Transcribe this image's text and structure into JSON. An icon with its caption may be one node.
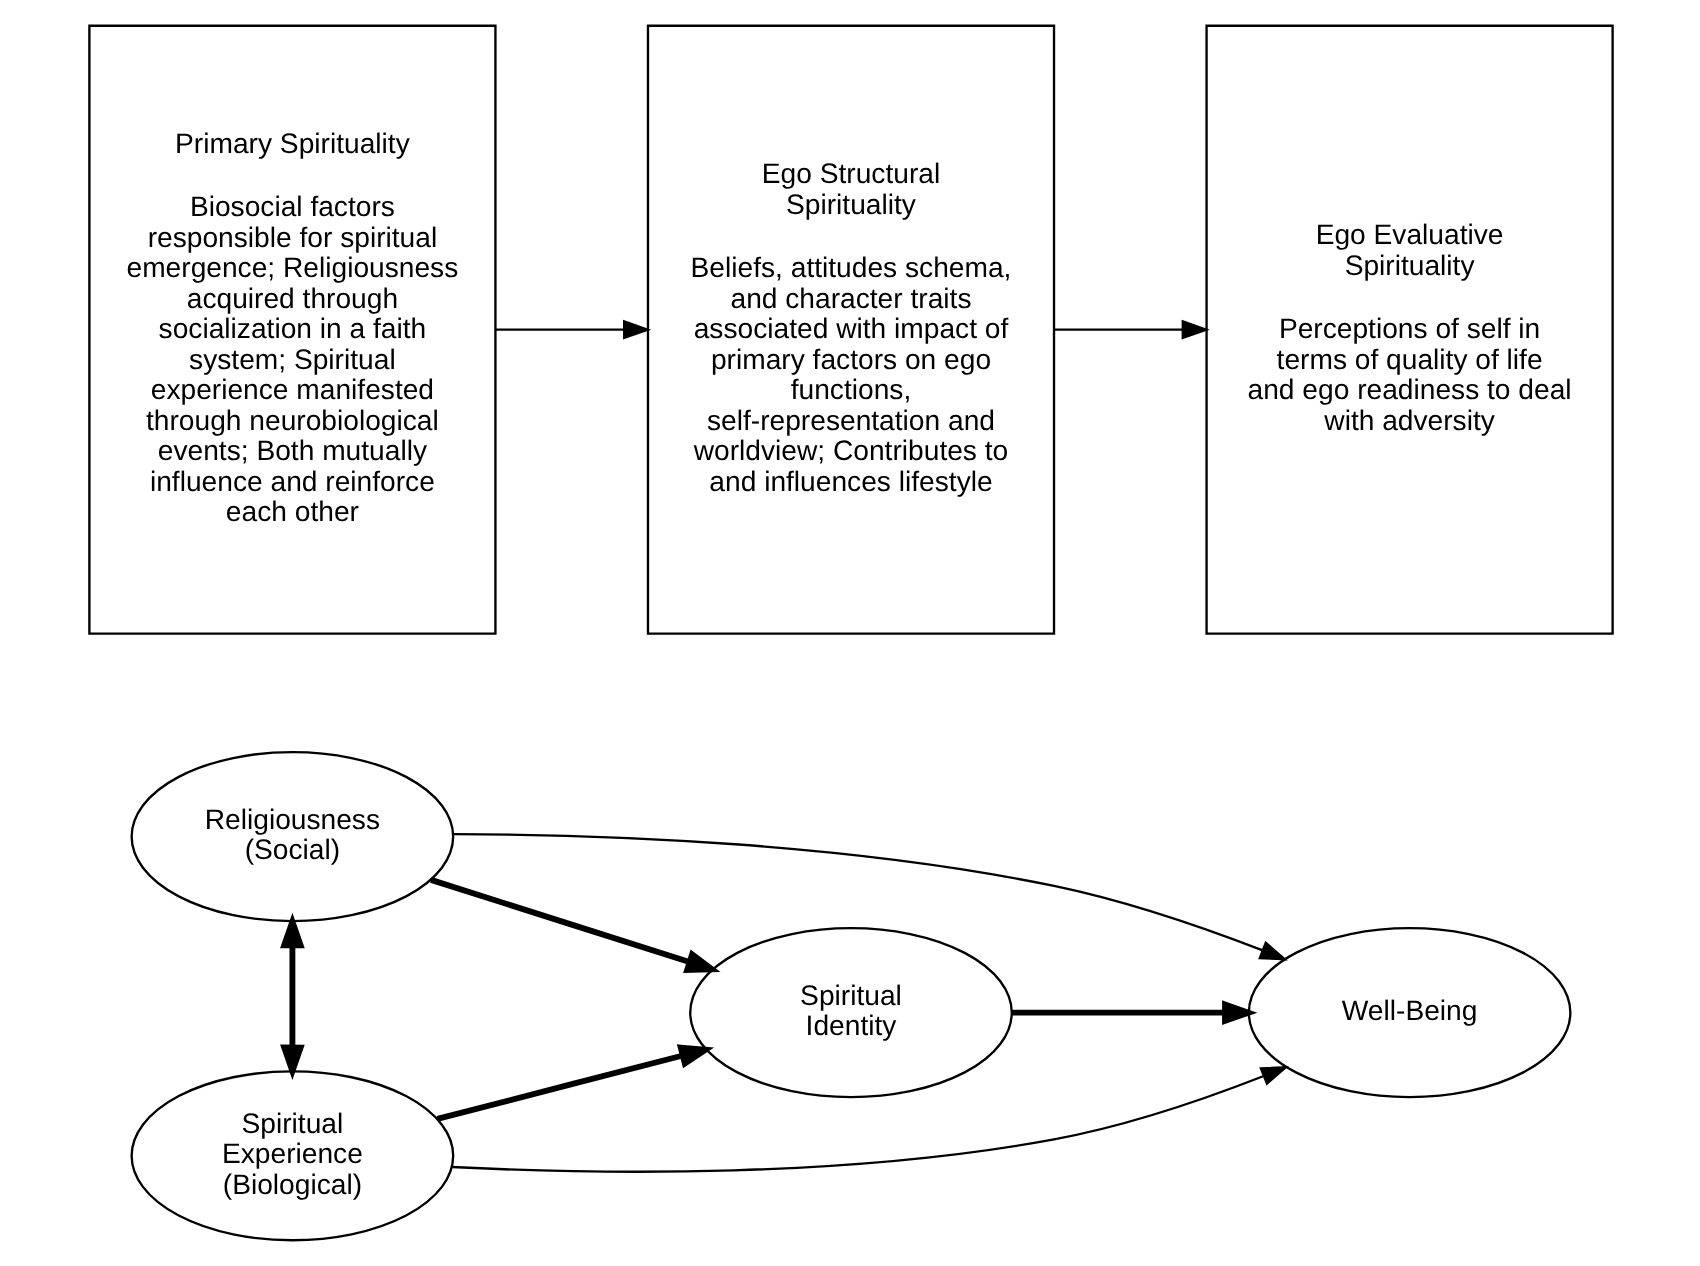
{
  "diagram": {
    "nodes": [
      {
        "text": [
          "Religiousness (Social)"
        ]
      },
      {
        "text": [
          "Spiritual Experience (Biological)"
        ]
      },
      {
        "text": [
          "Spiritual Identity"
        ]
      },
      {
        "text": [
          "Well-Being"
        ]
      },
      {
        "text": [
          "Primary Spirituality",
          "Biosocial factors responsible for spiritual emergence; Religiousness acquired through socialization in a faith system; Spiritual experience manifested through neurobiological events; Both mutually influence and reinforce each other"
        ]
      },
      {
        "text": [
          "Ego Structural Spirituality",
          "Beliefs, attitudes schema, and character traits associated with impact of primary factors on ego functions, self-representation and worldview; Contributes to and influences lifestyle"
        ]
      },
      {
        "text": [
          "Ego Evaluative Spirituality",
          "Perceptions of self in terms of quality of life and ego readiness to deal with adversity"
        ]
      }
    ],
    "edges": [
      {
        "from": 0,
        "to": 1,
        "arrow": "both",
        "style": "thick"
      },
      {
        "from": 0,
        "to": 2,
        "arrow": "to",
        "style": "thick"
      },
      {
        "from": 0,
        "to": 3,
        "arrow": "to"
      },
      {
        "from": 1,
        "to": 2,
        "arrow": "to",
        "style": "thick"
      },
      {
        "from": 1,
        "to": 3,
        "arrow": "to"
      },
      {
        "from": 2,
        "to": 3,
        "arrow": "to",
        "style": "thick"
      },
      {
        "from": 4,
        "to": 5,
        "arrow": "to"
      },
      {
        "from": 5,
        "to": 6,
        "arrow": "to"
      }
    ]
  }
}
